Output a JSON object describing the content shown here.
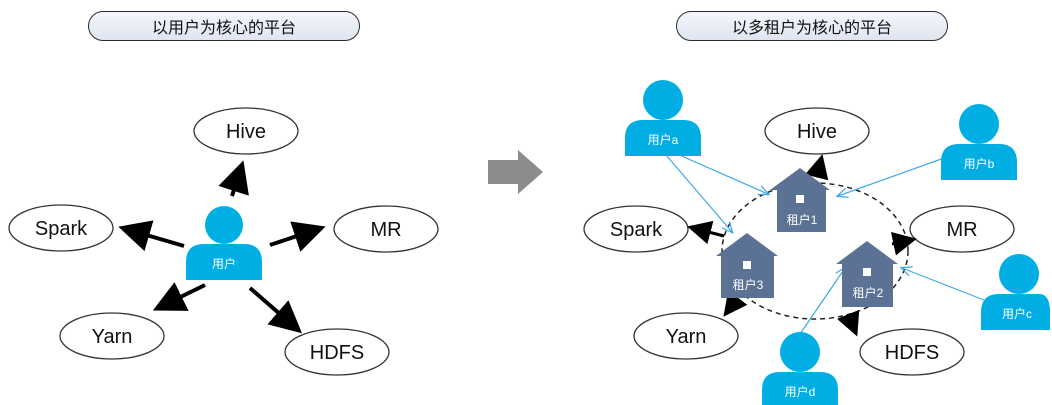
{
  "left_panel": {
    "title": "以用户为核心的平台",
    "center_user_label": "用户",
    "nodes": {
      "hive": "Hive",
      "spark": "Spark",
      "mr": "MR",
      "yarn": "Yarn",
      "hdfs": "HDFS"
    }
  },
  "right_panel": {
    "title": "以多租户为核心的平台",
    "nodes": {
      "hive": "Hive",
      "spark": "Spark",
      "mr": "MR",
      "yarn": "Yarn",
      "hdfs": "HDFS"
    },
    "tenants": {
      "t1": "租户1",
      "t2": "租户2",
      "t3": "租户3"
    },
    "users": {
      "a": "用户a",
      "b": "用户b",
      "c": "用户c",
      "d": "用户d"
    }
  },
  "colors": {
    "user_icon": "#00aee4",
    "tenant_house": "#5b7294",
    "thin_arrow": "#3fa9e6",
    "arrow": "#000000",
    "transition_arrow": "#8c8c8c"
  },
  "icons": {
    "user": "person-icon",
    "tenant": "house-icon",
    "transition": "right-arrow-icon"
  }
}
